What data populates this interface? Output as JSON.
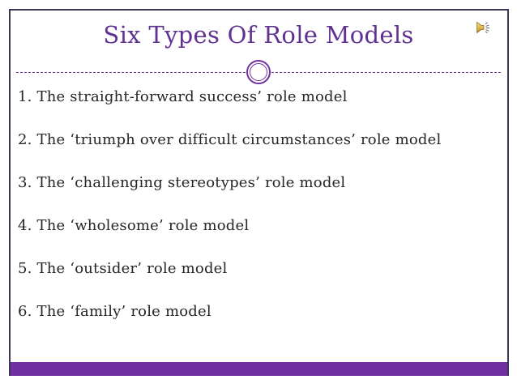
{
  "header": {
    "title": "Six Types Of Role Models"
  },
  "list": {
    "items": [
      "1. The straight-forward success’ role model",
      "2. The ‘triumph over difficult circumstances’ role model",
      "3. The ‘challenging stereotypes’ role model",
      "4. The ‘wholesome’ role model",
      "5. The ‘outsider’ role model",
      "6. The ‘family’ role model"
    ]
  },
  "icons": {
    "audio": "speaker-icon"
  },
  "colors": {
    "accent_purple": "#7030A0",
    "title_purple": "#5F3292",
    "frame_border": "#3F3459",
    "body_text": "#262626",
    "speaker_gold": "#D9A826"
  }
}
